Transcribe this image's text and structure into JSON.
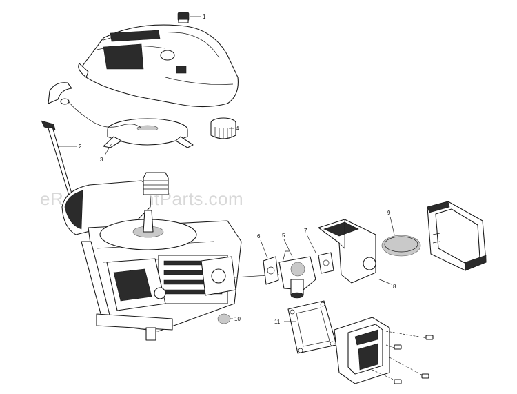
{
  "watermark": "eReplacementParts.com",
  "callouts": [
    {
      "id": "1",
      "label": "1"
    },
    {
      "id": "2",
      "label": "2"
    },
    {
      "id": "3",
      "label": "3"
    },
    {
      "id": "4",
      "label": "4"
    },
    {
      "id": "5",
      "label": "5"
    },
    {
      "id": "6",
      "label": "6"
    },
    {
      "id": "7",
      "label": "7"
    },
    {
      "id": "8",
      "label": "8"
    },
    {
      "id": "9",
      "label": "9"
    },
    {
      "id": "10",
      "label": "10"
    },
    {
      "id": "11",
      "label": "11"
    }
  ]
}
